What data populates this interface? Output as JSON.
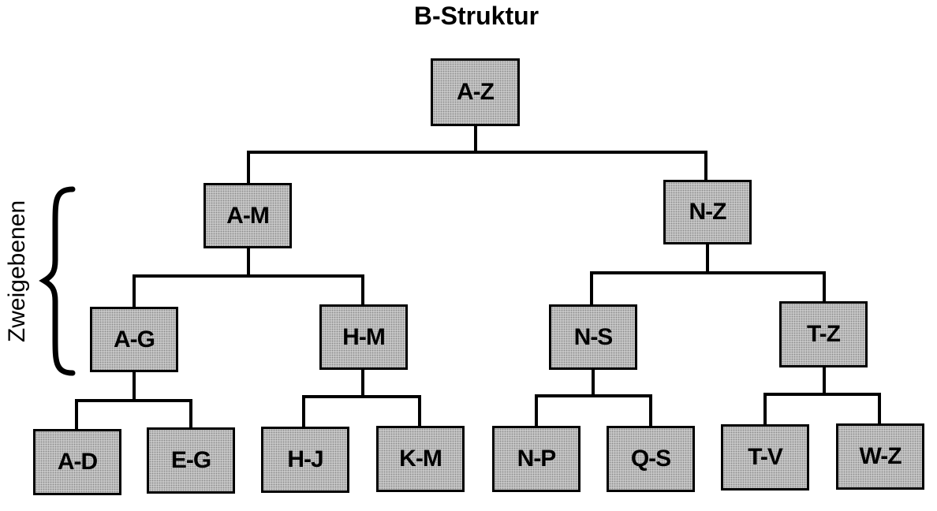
{
  "title": "B-Struktur",
  "side_label": "Zweigebenen",
  "nodes": {
    "root": "A-Z",
    "l1_left": "A-M",
    "l1_right": "N-Z",
    "l2_ag": "A-G",
    "l2_hm": "H-M",
    "l2_ns": "N-S",
    "l2_tz": "T-Z",
    "l3_ad": "A-D",
    "l3_eg": "E-G",
    "l3_hj": "H-J",
    "l3_km": "K-M",
    "l3_np": "N-P",
    "l3_qs": "Q-S",
    "l3_tv": "T-V",
    "l3_wz": "W-Z"
  }
}
